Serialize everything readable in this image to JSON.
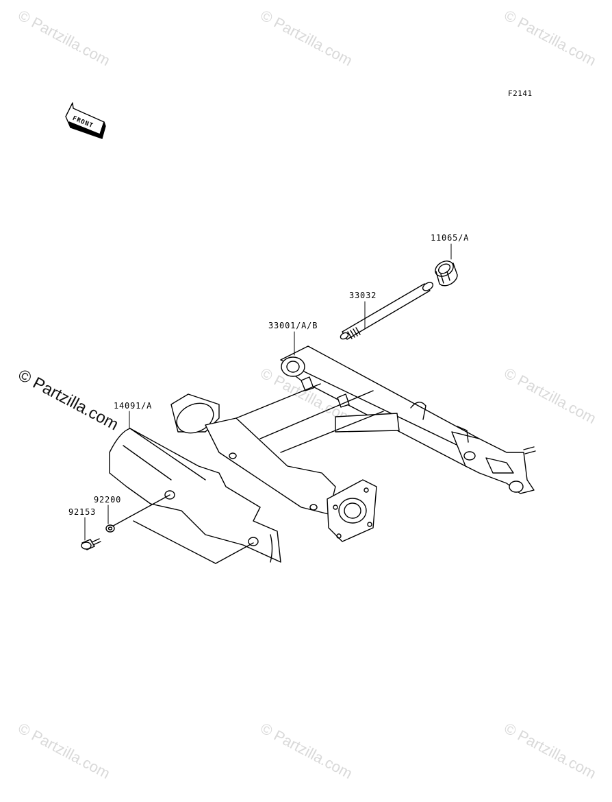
{
  "watermark": {
    "text": "© Partzilla.com"
  },
  "figure_code": "F2141",
  "front_indicator": "FRONT",
  "parts": [
    {
      "number": "11065/A"
    },
    {
      "number": "33032"
    },
    {
      "number": "33001/A/B"
    },
    {
      "number": "14091/A"
    },
    {
      "number": "92200"
    },
    {
      "number": "92153"
    }
  ]
}
